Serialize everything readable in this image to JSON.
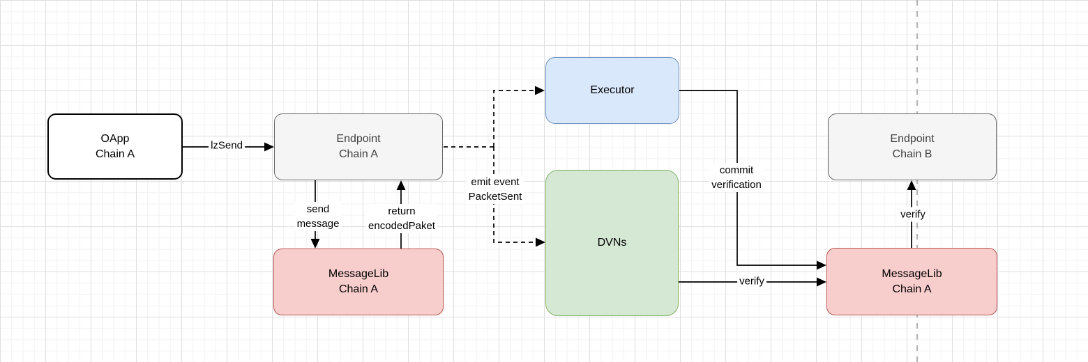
{
  "diagram": {
    "type": "flow-diagram",
    "nodes": {
      "oapp": {
        "lines": [
          "OApp",
          "Chain A"
        ]
      },
      "endpoint_a": {
        "lines": [
          "Endpoint",
          "Chain A"
        ]
      },
      "messagelib_a_left": {
        "lines": [
          "MessageLib",
          "Chain A"
        ]
      },
      "executor": {
        "lines": [
          "Executor"
        ]
      },
      "dvns": {
        "lines": [
          "DVNs"
        ]
      },
      "endpoint_b": {
        "lines": [
          "Endpoint",
          "Chain B"
        ]
      },
      "messagelib_a_right": {
        "lines": [
          "MessageLib",
          "Chain A"
        ]
      }
    },
    "edges": {
      "lzsend": {
        "label": "lzSend"
      },
      "send_message": {
        "lines": [
          "send",
          "message"
        ]
      },
      "return_encoded": {
        "lines": [
          "return",
          "encodedPaket"
        ]
      },
      "emit_event": {
        "lines": [
          "emit event",
          "PacketSent"
        ]
      },
      "commit_verification": {
        "lines": [
          "commit",
          "verification"
        ]
      },
      "verify_dvns": {
        "label": "verify"
      },
      "verify_endpoint": {
        "label": "verify"
      }
    },
    "colors": {
      "node_white_fill": "#ffffff",
      "node_white_border": "#000000",
      "node_gray_fill": "#f5f5f5",
      "node_gray_border": "#666666",
      "node_red_fill": "#f8cecc",
      "node_red_border": "#b85450",
      "node_blue_fill": "#dae8fc",
      "node_blue_border": "#6c8ebf",
      "node_green_fill": "#d5e8d4",
      "node_green_border": "#82b366",
      "wire": "#000000",
      "chain_divider": "#b3b3b3",
      "grid_minor": "#f2f2f2",
      "grid_major": "#dedede"
    }
  }
}
